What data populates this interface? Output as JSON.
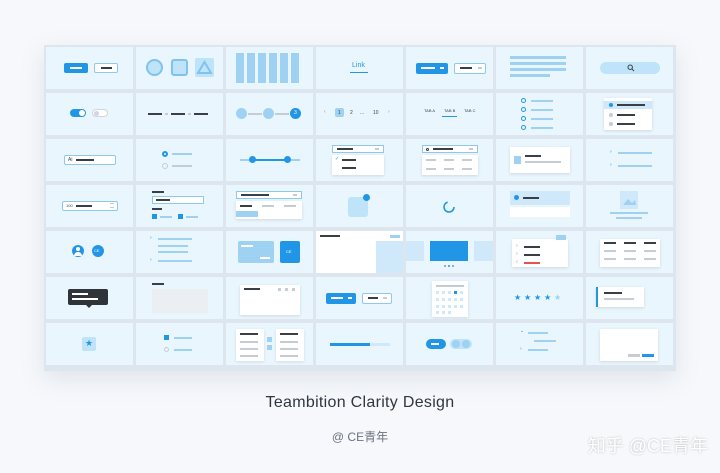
{
  "title": "Teambition Clarity Design",
  "credit": "@ CE青年",
  "watermark": "知乎 @CE青年",
  "tile_text": {
    "link": "Link",
    "tab_a": "TAB A",
    "tab_b": "TAB B",
    "tab_c": "TAB C",
    "ce_badge": "CE",
    "ce_card": "CE",
    "input_prefix": "Ai",
    "number_prefix": "100",
    "pager_1": "1",
    "pager_2": "2",
    "pager_dots": "...",
    "pager_10": "10",
    "step_3": "3"
  },
  "colors": {
    "accent": "#2196e6",
    "accent_light": "#9fd2f2",
    "tile_bg": "#eaf6fd",
    "dark": "#3a3f47"
  }
}
